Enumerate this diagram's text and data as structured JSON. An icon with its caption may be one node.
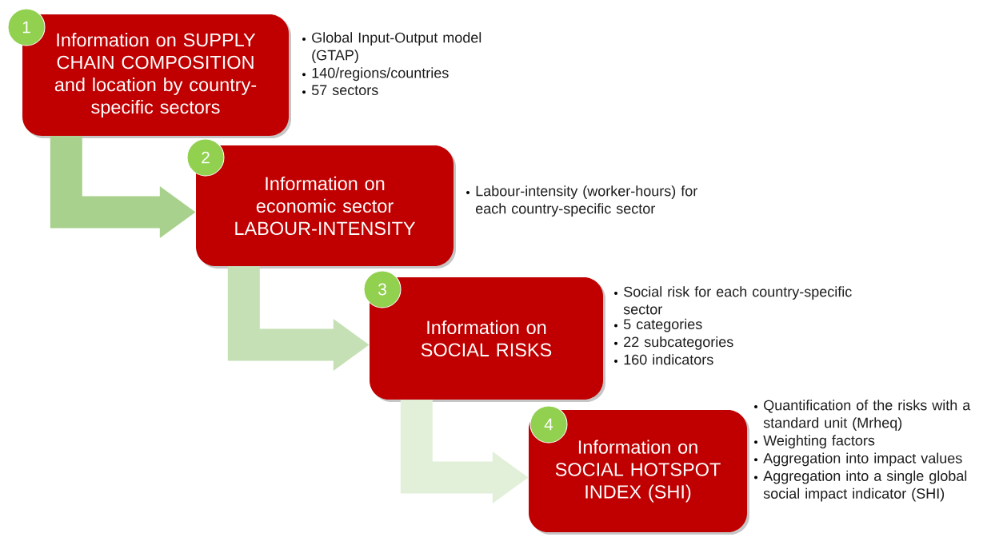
{
  "diagram": {
    "nodes": [
      {
        "text": [
          "Information on SUPPLY CHAIN COMPOSITION and location by country-specific sectors"
        ],
        "beside": [
          "Global Input-Output model (GTAP)",
          "140/regions/countries",
          "57 sectors"
        ]
      },
      {
        "text": [
          "1"
        ]
      },
      {
        "text": [
          "Information on economic sector LABOUR-INTENSITY"
        ],
        "beside": [
          "Labour-intensity (worker-hours) for each country-specific sector"
        ]
      },
      {
        "text": [
          "2"
        ]
      },
      {
        "text": [
          "Information on SOCIAL RISKS"
        ],
        "beside": [
          "Social risk for each country-specific sector",
          "5 categories",
          "22 subcategories",
          "160 indicators"
        ]
      },
      {
        "text": [
          "3"
        ]
      },
      {
        "text": [
          "Information on SOCIAL HOTSPOT INDEX (SHI)"
        ],
        "beside": [
          "Quantification of the risks with a standard unit (Mrheq)",
          "Weighting factors",
          "Aggregation into impact values",
          "Aggregation into a single global social impact indicator (SHI)"
        ]
      },
      {
        "text": [
          "4"
        ]
      }
    ],
    "edges": [
      {
        "from": 0,
        "to": 2,
        "arrow": "to",
        "color": "#a9d18e"
      },
      {
        "from": 2,
        "to": 4,
        "arrow": "to",
        "color": "#c5e0b4"
      },
      {
        "from": 4,
        "to": 6,
        "arrow": "to",
        "color": "#e2f0d9"
      }
    ]
  }
}
